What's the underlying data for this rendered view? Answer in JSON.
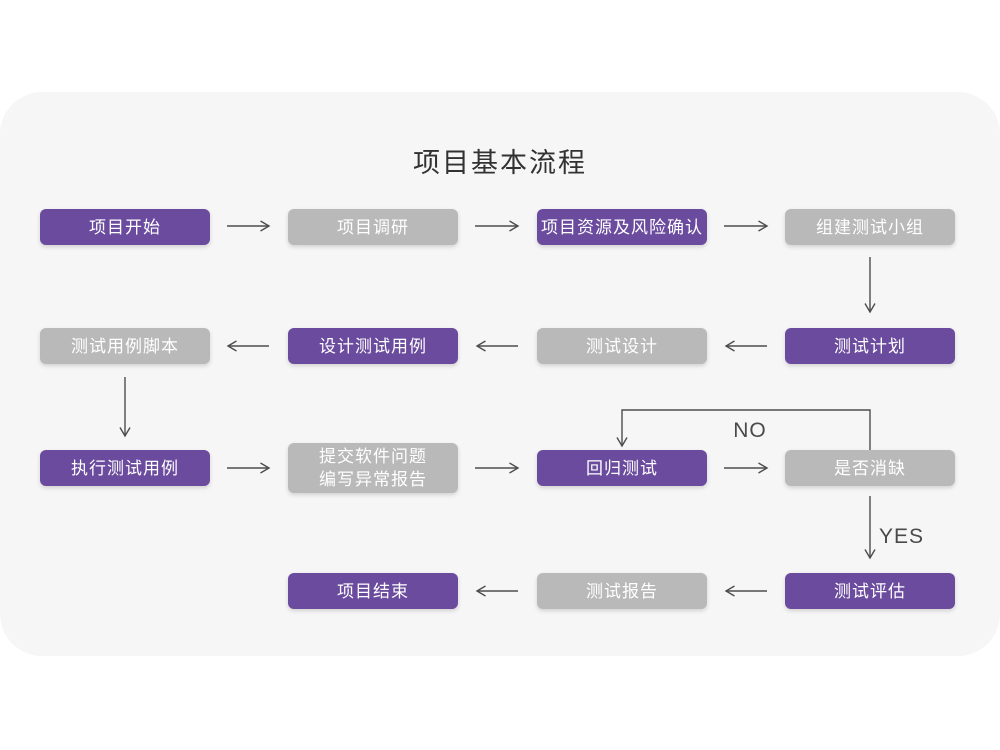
{
  "title": "项目基本流程",
  "colors": {
    "purple": "#6B4B9E",
    "gray": "#B9B9B9",
    "card-bg": "#F6F6F7",
    "page-bg": "#FFFFFF",
    "arrow": "#4D4D4F",
    "node-text": "#FFFFFF",
    "title-text": "#323232",
    "label-text": "#4A4A4A"
  },
  "branch_labels": {
    "no": "NO",
    "yes": "YES"
  },
  "nodes": {
    "project-start": "项目开始",
    "project-research": "项目调研",
    "project-risk": "项目资源及风险确认",
    "build-test-team": "组建测试小组",
    "test-plan": "测试计划",
    "test-design": "测试设计",
    "design-test-cases": "设计测试用例",
    "test-case-scripts": "测试用例脚本",
    "execute-test-cases": "执行测试用例",
    "submit-line1": "提交软件问题",
    "submit-line2": "编写异常报告",
    "regression-test": "回归测试",
    "defect-resolved": "是否消缺",
    "test-evaluation": "测试评估",
    "test-report": "测试报告",
    "project-end": "项目结束"
  }
}
